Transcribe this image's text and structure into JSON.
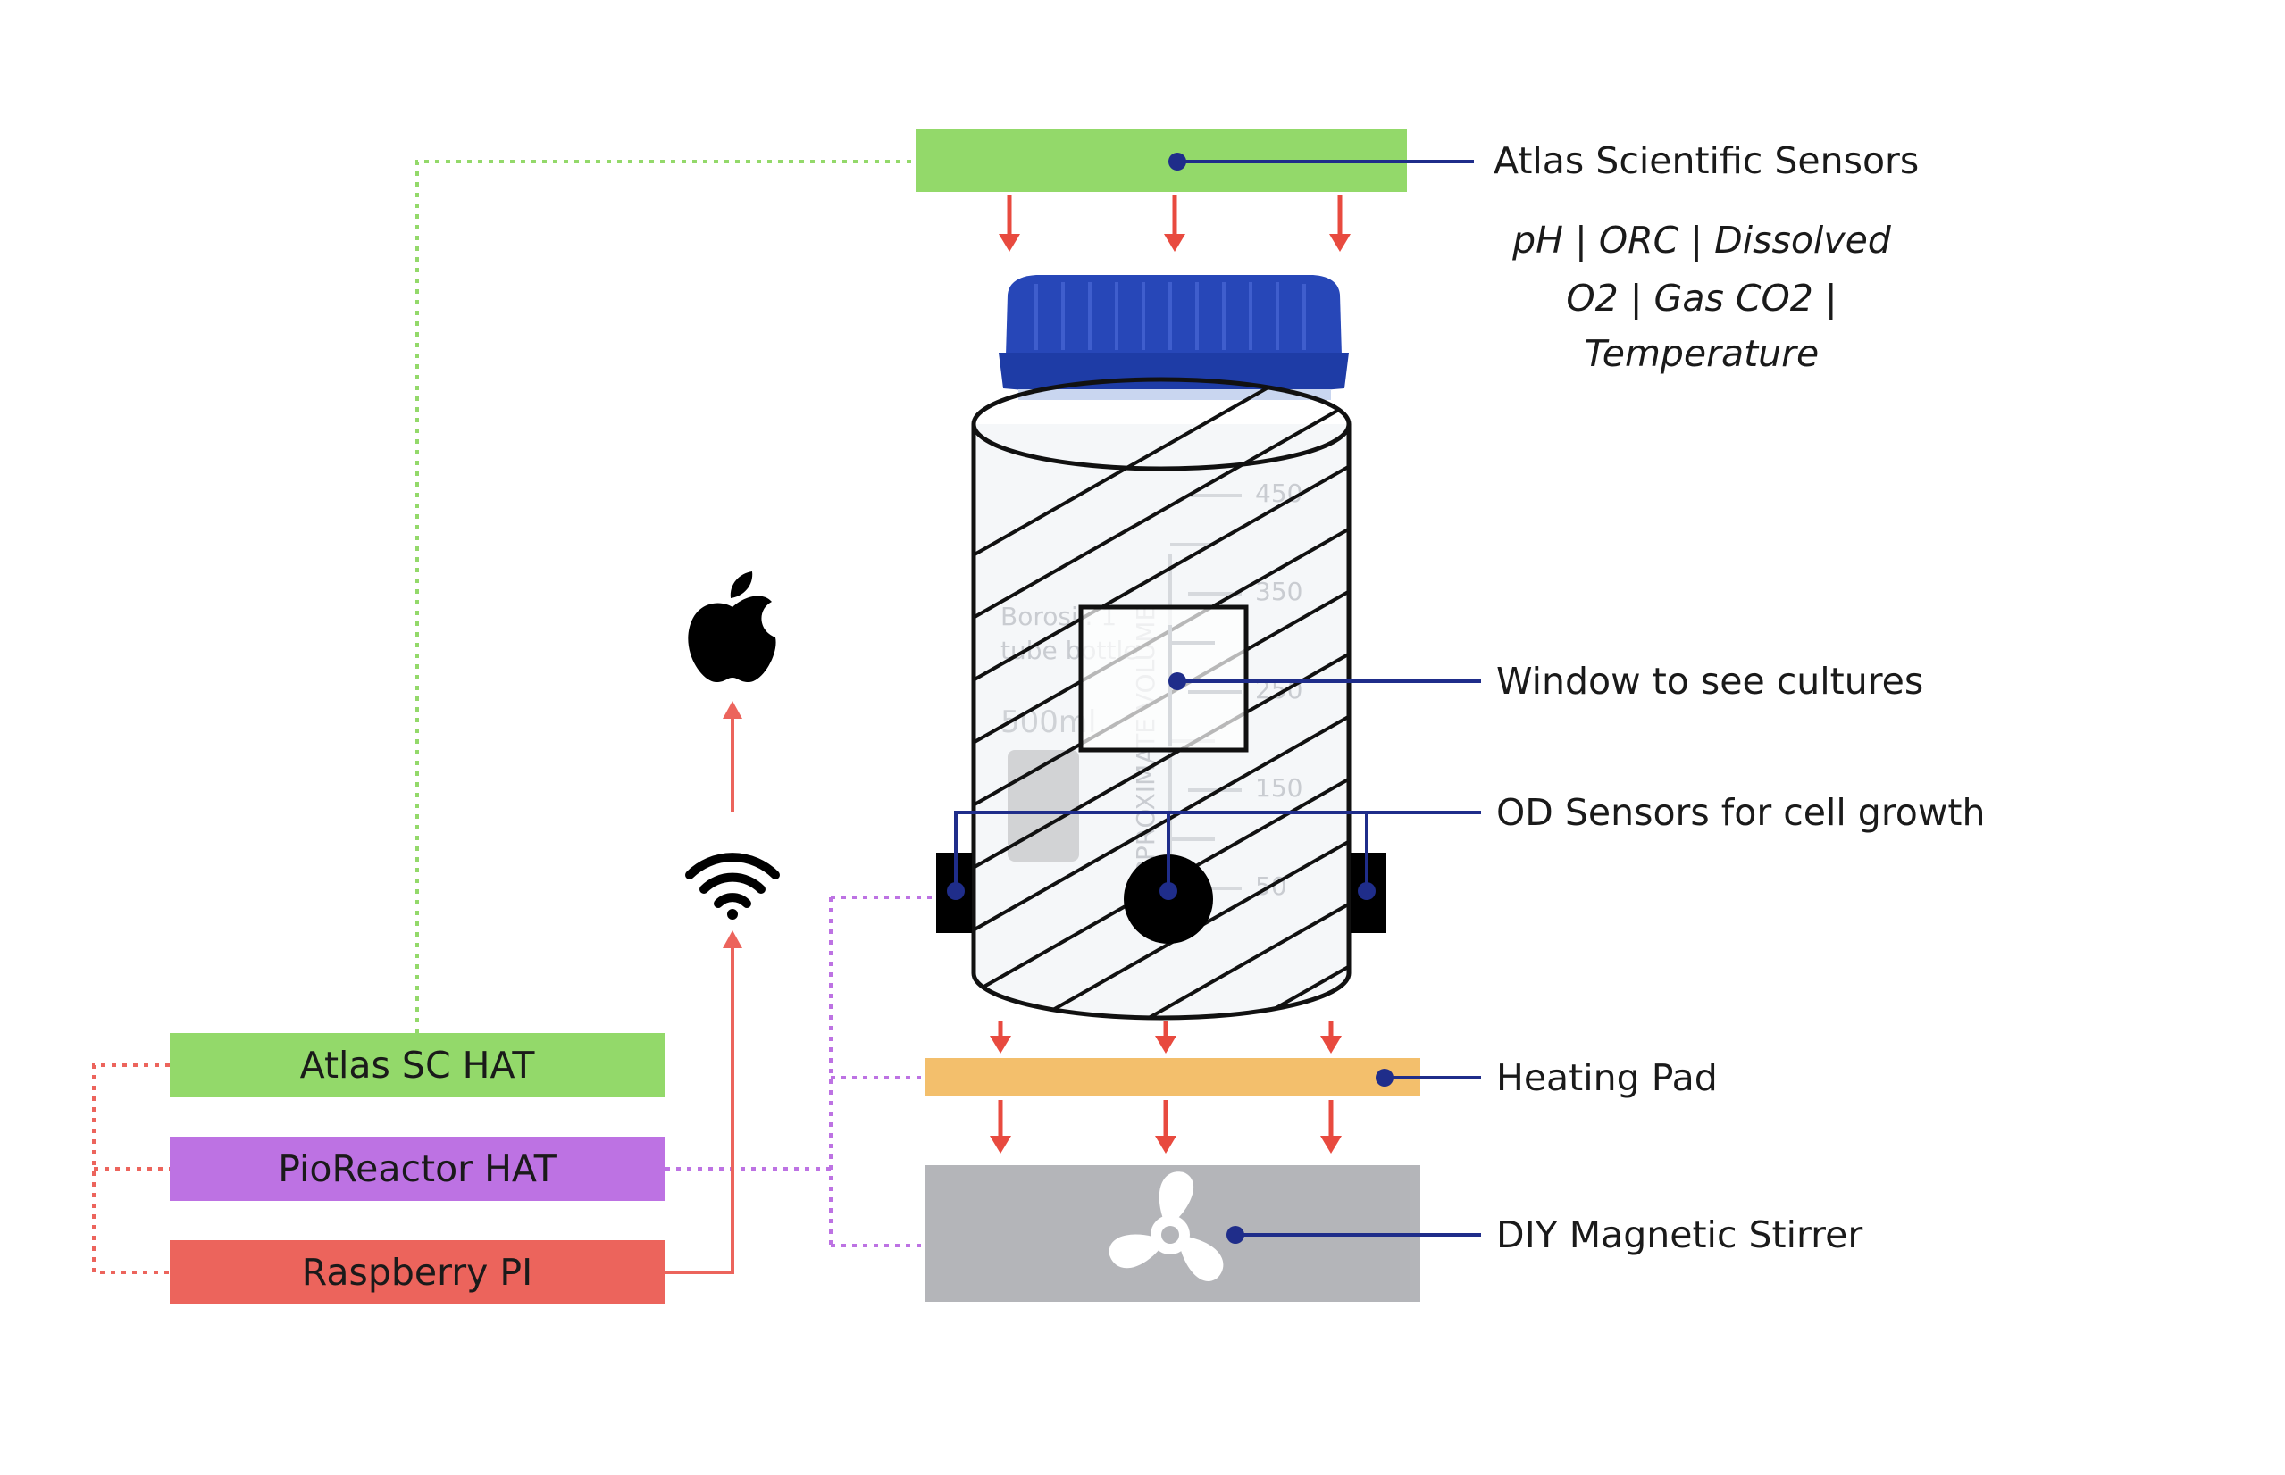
{
  "callouts": {
    "atlas_sensors": "Atlas Scientific Sensors",
    "sensor_list_line1": "pH | ORC | Dissolved",
    "sensor_list_line2": "O2 | Gas CO2 |",
    "sensor_list_line3": "Temperature",
    "window": "Window to see cultures",
    "od_sensors": "OD Sensors for cell growth",
    "heating_pad": "Heating Pad",
    "stirrer": "DIY Magnetic Stirrer"
  },
  "boxes": {
    "atlas_hat": "Atlas SC HAT",
    "pioreactor_hat": "PioReactor HAT",
    "raspberry_pi": "Raspberry PI"
  },
  "bottle_markings": {
    "volume_text": "APPROXIMATE VOLUME",
    "capacity": "500ml",
    "ticks": [
      "450",
      "350",
      "250",
      "150",
      "50"
    ],
    "brand": "Borosil. 1",
    "type": "tube bottle"
  },
  "icons": [
    "apple-logo-icon",
    "wifi-icon",
    "fan-icon"
  ],
  "colors": {
    "green": "#93d96a",
    "purple": "#bd72e3",
    "red": "#ec645c",
    "orange": "#f3bf6c",
    "gray": "#b4b5b9",
    "navy": "#1f2d8a",
    "arrow_red": "#e84a3f",
    "cap_blue": "#2747b8"
  }
}
